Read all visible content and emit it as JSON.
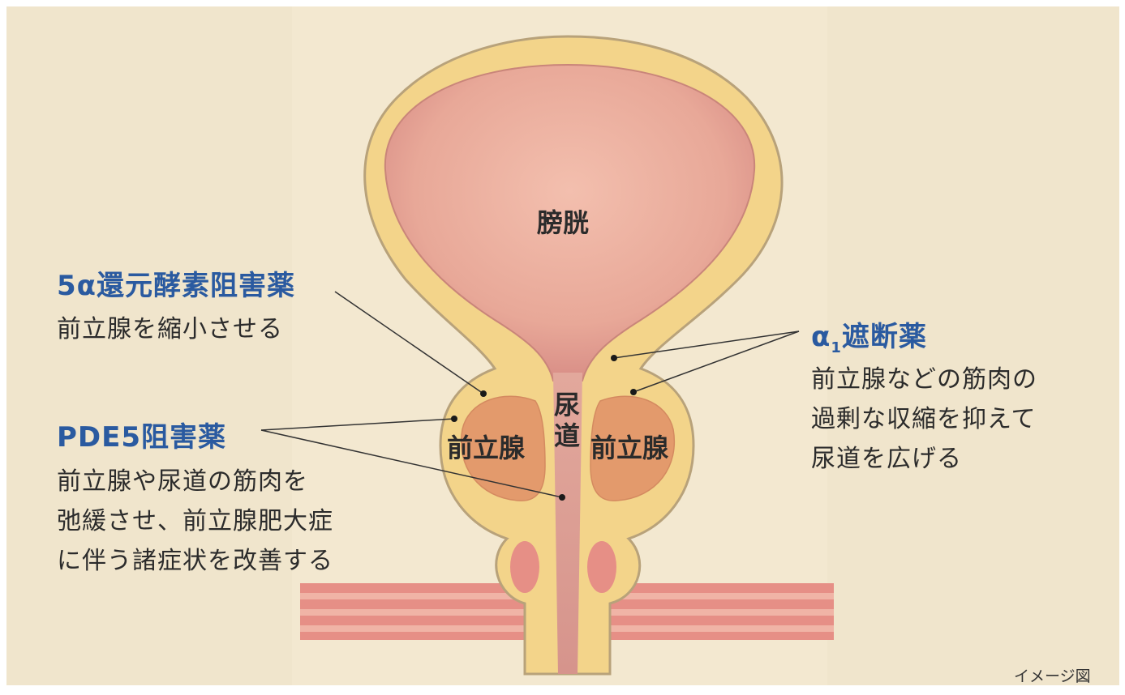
{
  "colors": {
    "background": "#f0e5cc",
    "wall": "#f3d48a",
    "wall_stroke": "#b8a27a",
    "bladder_inner": "#e8a89a",
    "prostate_core": "#e39a6c",
    "muscle": "#e89a90",
    "label_blue": "#2a5aa0",
    "text": "#2b2b2b"
  },
  "organs": {
    "bladder": "膀胱",
    "urethra_1": "尿",
    "urethra_2": "道",
    "prostate_left": "前立腺",
    "prostate_right": "前立腺"
  },
  "drugs": [
    {
      "title": "5α還元酵素阻害薬",
      "lines": [
        "前立腺を縮小させる"
      ]
    },
    {
      "title": "PDE5阻害薬",
      "lines": [
        "前立腺や尿道の筋肉を",
        "弛緩させ、前立腺肥大症",
        "に伴う諸症状を改善する"
      ]
    },
    {
      "title_alpha": "α",
      "title_sub": "1",
      "title_rest": "遮断薬",
      "lines": [
        "前立腺などの筋肉の",
        "過剰な収縮を抑えて",
        "尿道を広げる"
      ]
    }
  ],
  "note": "イメージ図"
}
